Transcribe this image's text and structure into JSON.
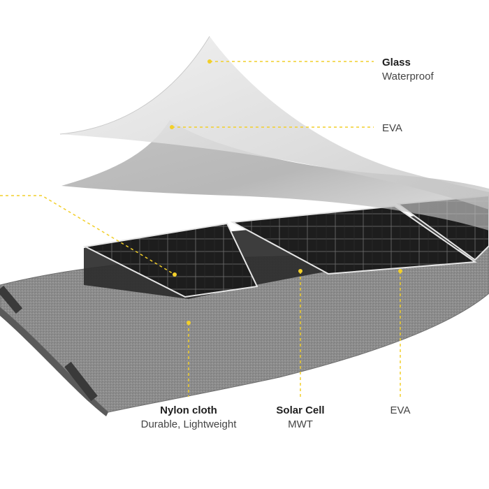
{
  "layers": [
    {
      "id": "glass",
      "title": "Glass",
      "subtitle": "Waterproof"
    },
    {
      "id": "eva-top",
      "title": "EVA",
      "subtitle": ""
    },
    {
      "id": "nylon",
      "title": "Nylon cloth",
      "subtitle": "Durable, Lightweight"
    },
    {
      "id": "solar",
      "title": "Solar Cell",
      "subtitle": "MWT"
    },
    {
      "id": "eva-bottom",
      "title": "EVA",
      "subtitle": ""
    }
  ],
  "colors": {
    "leader_line": "#f2cf2a",
    "fabric": "#8a8a8a",
    "cell": "#1b1b1b",
    "film": "#d9d9d9"
  }
}
